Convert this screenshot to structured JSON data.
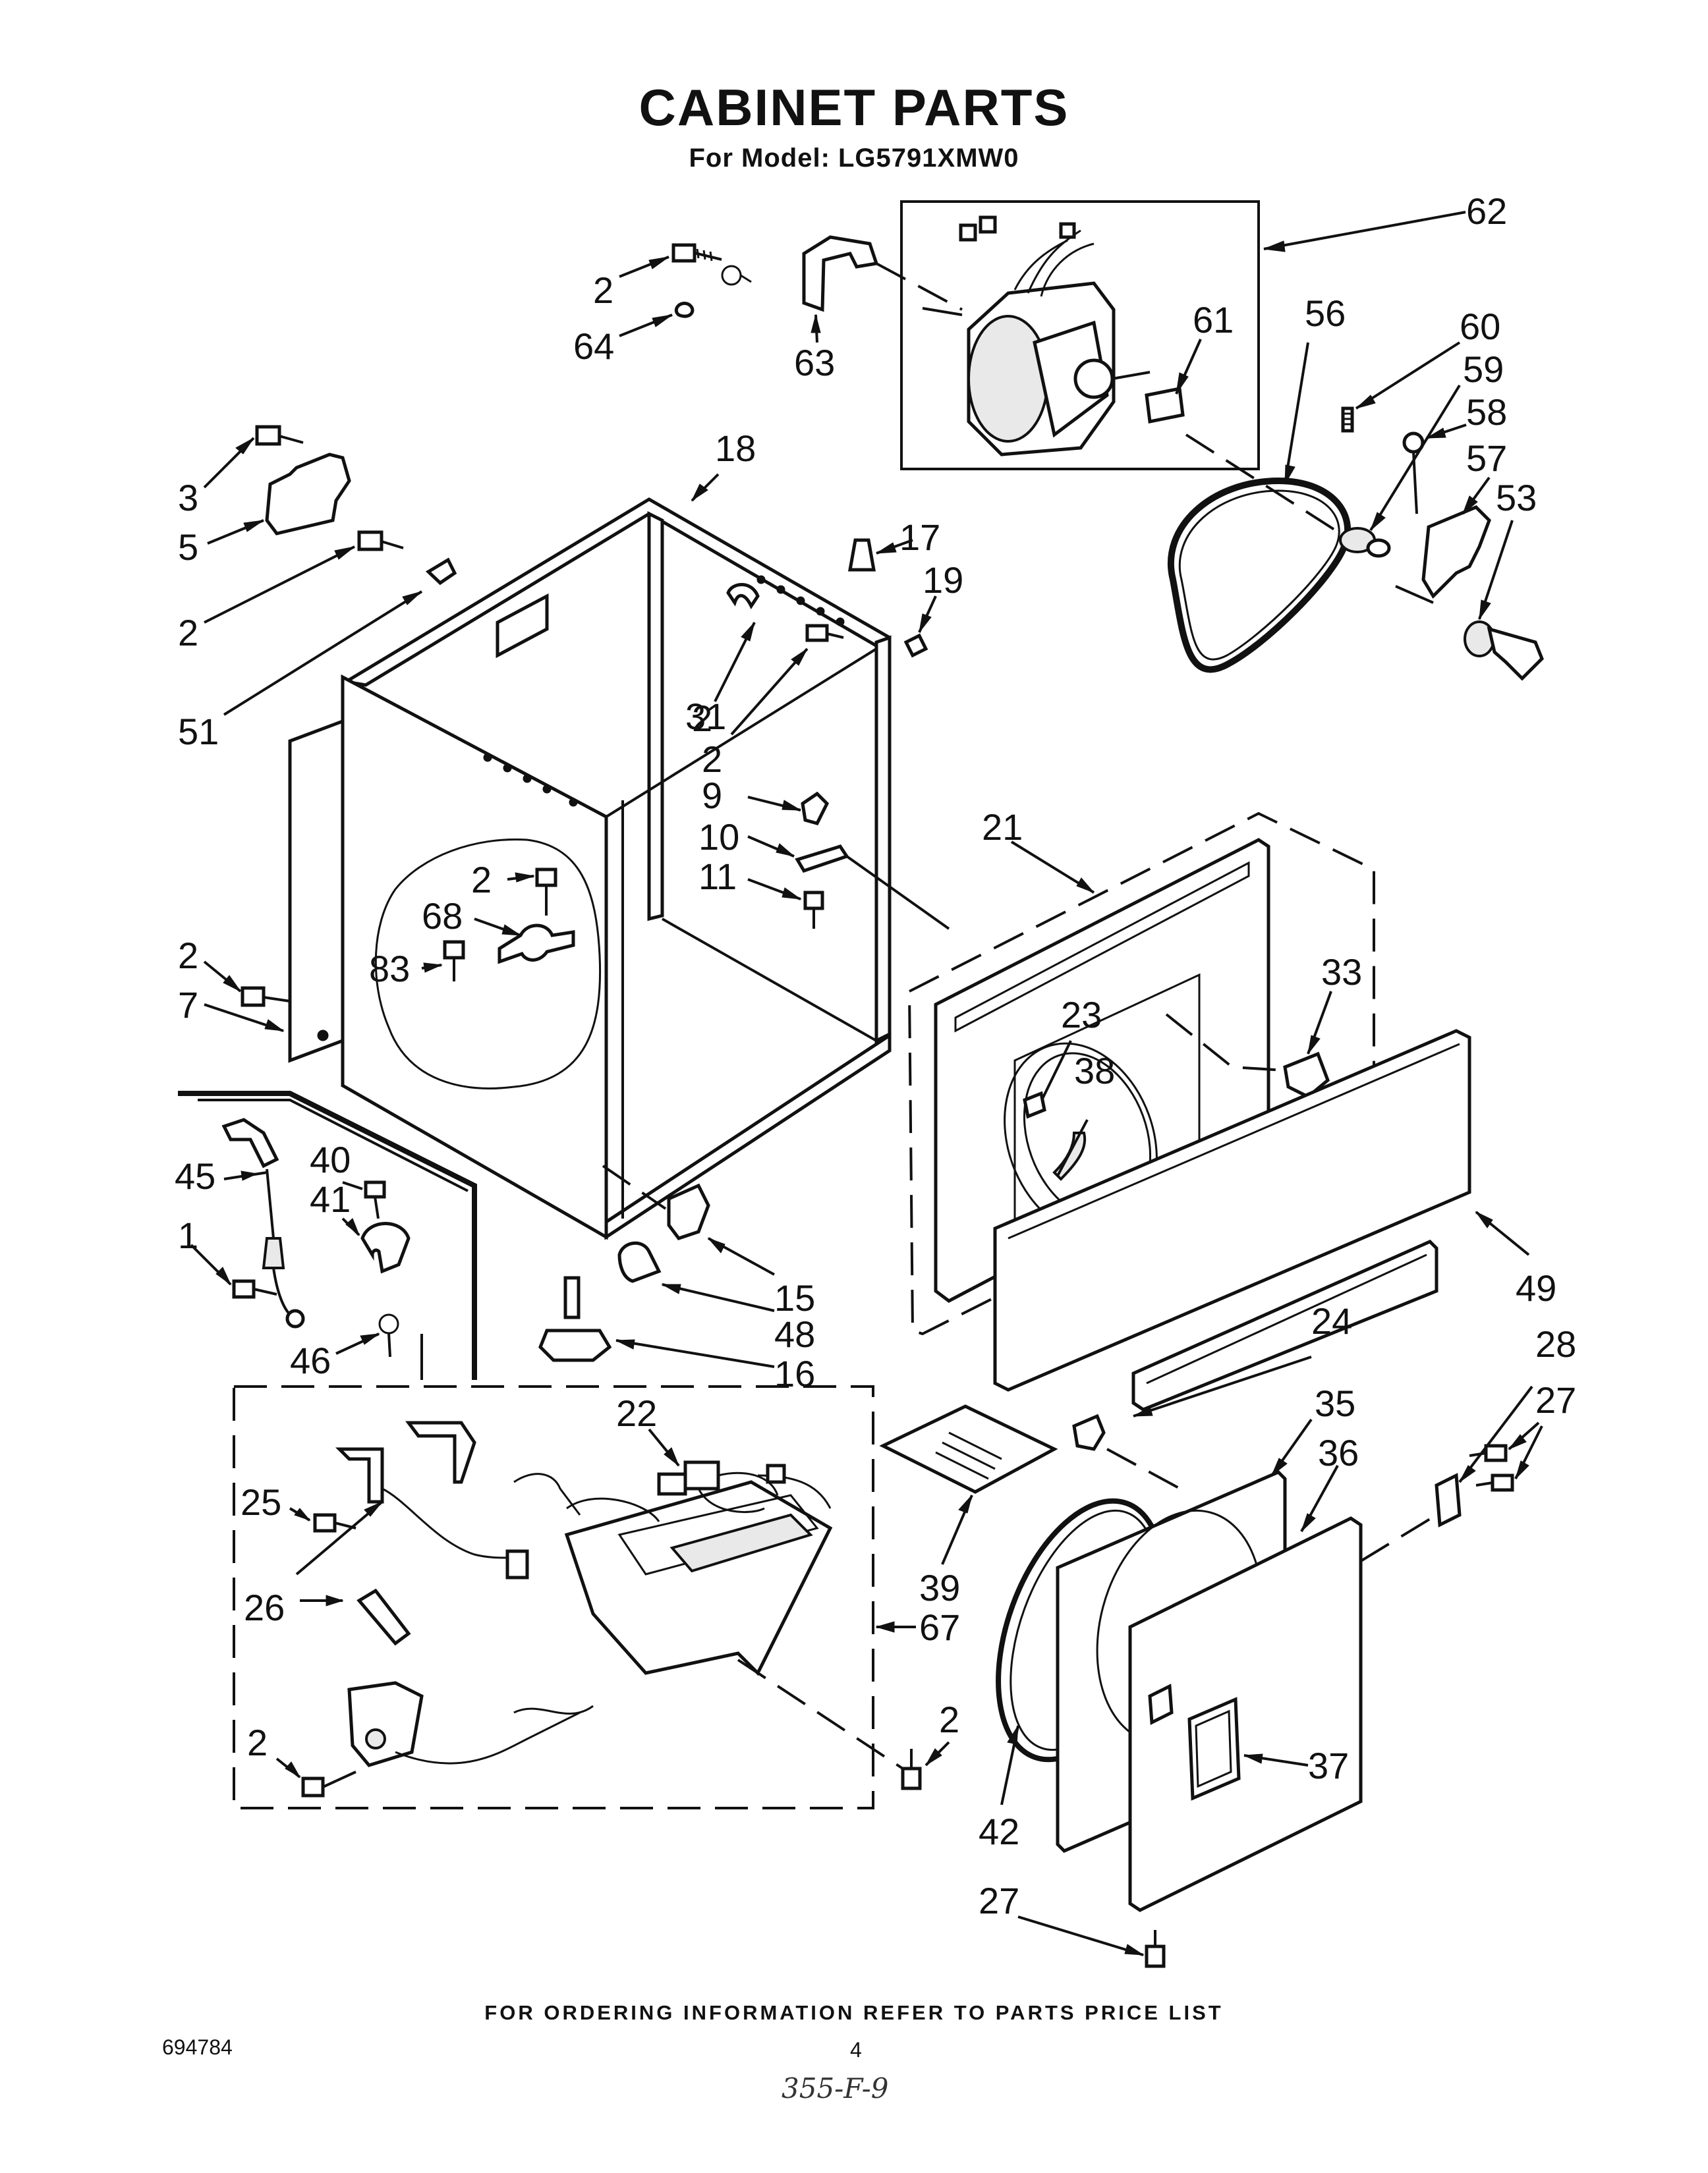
{
  "title": "CABINET PARTS",
  "subtitle": "For Model: LG5791XMW0",
  "footer": "FOR ORDERING INFORMATION REFER TO PARTS PRICE LIST",
  "doc_number": "694784",
  "page_number": "4",
  "handwritten_note": "355-F-9",
  "callouts": [
    "62",
    "2",
    "64",
    "63",
    "61",
    "56",
    "60",
    "59",
    "58",
    "57",
    "53",
    "18",
    "17",
    "19",
    "3",
    "5",
    "2",
    "2",
    "51",
    "31",
    "2",
    "9",
    "10",
    "11",
    "21",
    "33",
    "2",
    "68",
    "83",
    "2",
    "7",
    "23",
    "38",
    "45",
    "40",
    "41",
    "1",
    "15",
    "48",
    "16",
    "46",
    "49",
    "24",
    "28",
    "27",
    "22",
    "35",
    "36",
    "25",
    "39",
    "26",
    "67",
    "2",
    "2",
    "37",
    "42",
    "27"
  ]
}
